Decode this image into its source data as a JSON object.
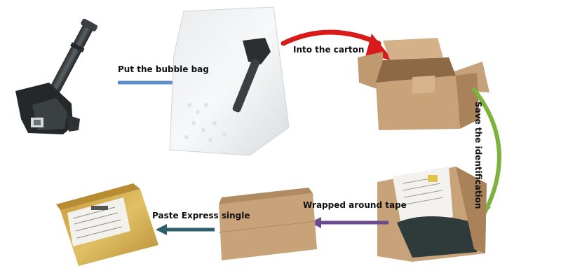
{
  "steps": {
    "bubble_bag": "Put the bubble bag",
    "carton": "Into the carton",
    "identification": "Save the identification",
    "tape": "Wrapped around tape",
    "express": "Paste Express single"
  },
  "icons": {
    "item1": "ignition-coil-icon",
    "item2": "bubble-bag-icon",
    "item3": "open-carton-icon",
    "item4": "open-box-with-manual-icon",
    "item5": "closed-carton-icon",
    "item6": "taped-box-with-label-icon"
  },
  "colors": {
    "arrow_bag": "#5b8ec9",
    "arrow_carton": "#d81a1a",
    "arrow_ident": "#7db23f",
    "arrow_tape": "#6c4a8f",
    "arrow_express": "#2f5f6c",
    "cardboard": "#c8a37a",
    "cardboard_dark": "#a9825a",
    "tape_yellow": "#d8b24a"
  }
}
